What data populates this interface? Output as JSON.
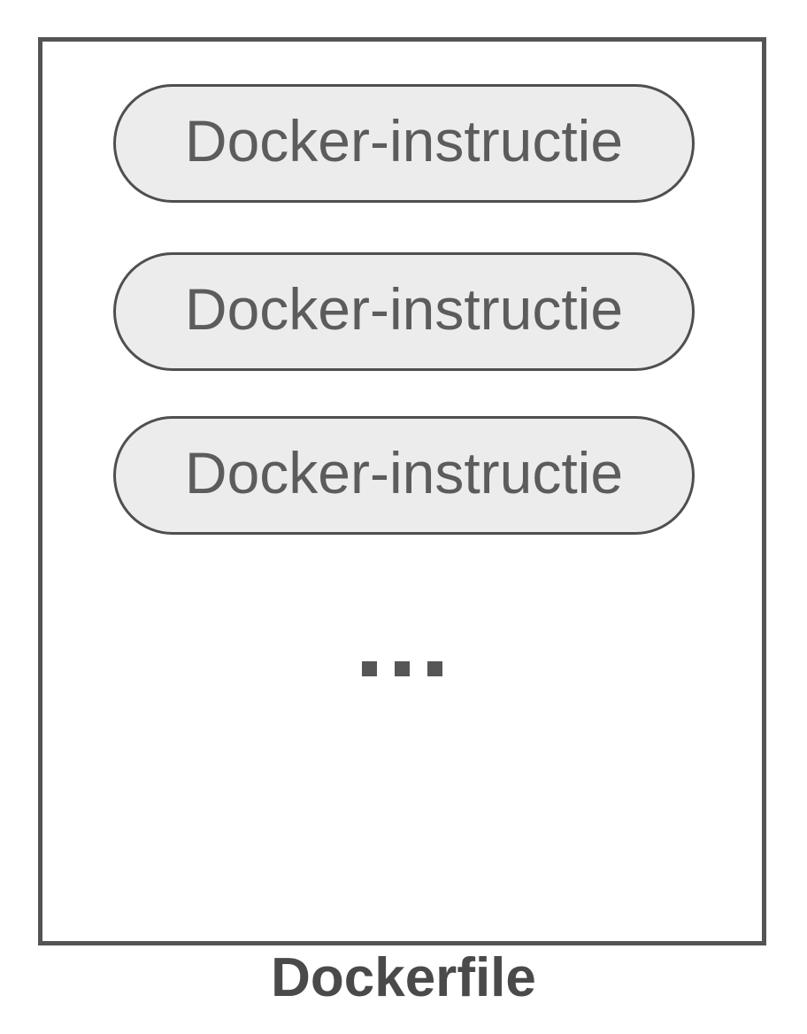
{
  "diagram": {
    "caption": "Dockerfile",
    "instructions": [
      {
        "label": "Docker-instructie"
      },
      {
        "label": "Docker-instructie"
      },
      {
        "label": "Docker-instructie"
      }
    ],
    "ellipsis_dots": 3,
    "colors": {
      "background": "#ffffff",
      "box_border": "#545454",
      "pill_fill": "#ececec",
      "pill_border": "#4f4f4f",
      "pill_text": "#5c5c5c",
      "caption_text": "#4a4a4a",
      "ellipsis_dot": "#565656"
    }
  }
}
